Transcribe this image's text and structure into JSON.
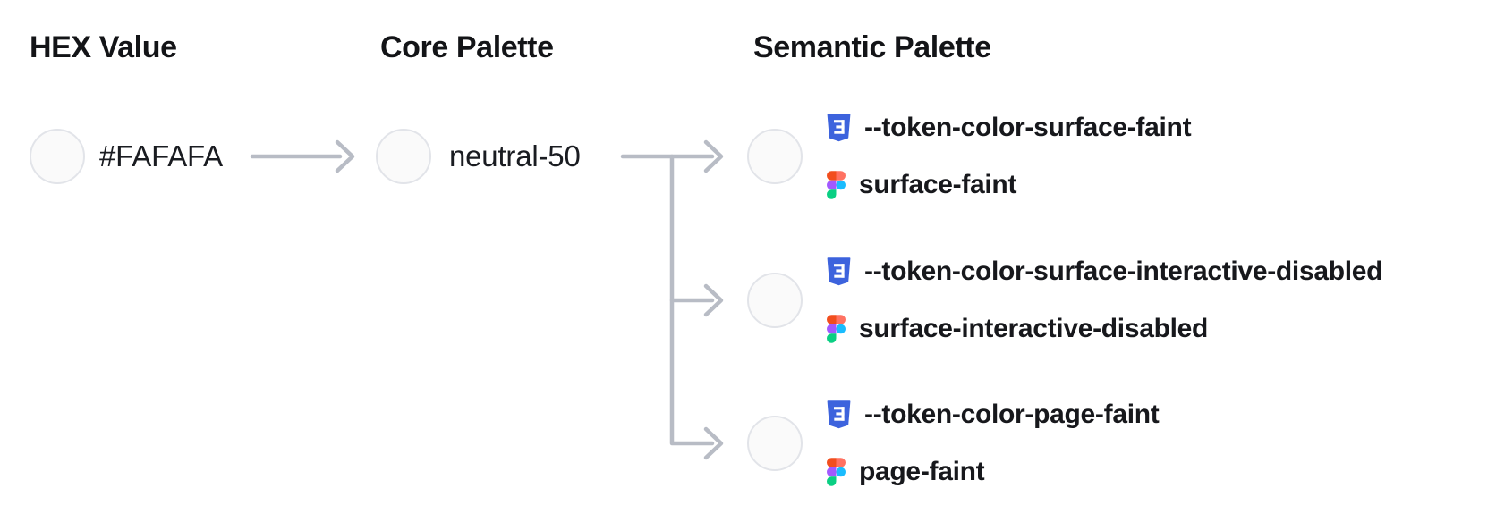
{
  "diagram": {
    "hex": {
      "heading": "HEX Value",
      "label": "#FAFAFA",
      "swatch": "#FAFAFA"
    },
    "core": {
      "heading": "Core Palette",
      "label": "neutral-50",
      "swatch": "#FAFAFA"
    },
    "semantic": {
      "heading": "Semantic Palette",
      "tokens": [
        {
          "css_var": "--token-color-surface-faint",
          "figma_name": "surface-faint",
          "swatch": "#FAFAFA"
        },
        {
          "css_var": "--token-color-surface-interactive-disabled",
          "figma_name": "surface-interactive-disabled",
          "swatch": "#FAFAFA"
        },
        {
          "css_var": "--token-color-page-faint",
          "figma_name": "page-faint",
          "swatch": "#FAFAFA"
        }
      ]
    },
    "icons": {
      "css": "css3-shield-icon",
      "figma": "figma-logo-icon"
    },
    "colors": {
      "swatch_fill": "#FAFAFA",
      "swatch_border": "#E2E4E9",
      "connector": "#B8BCC5",
      "text": "#17181C",
      "css_icon_blue": "#3D63DD",
      "figma_red": "#F24E1E",
      "figma_salmon": "#FF7262",
      "figma_purple": "#A259FF",
      "figma_blue": "#1ABCFE",
      "figma_green": "#0ACF83"
    }
  }
}
